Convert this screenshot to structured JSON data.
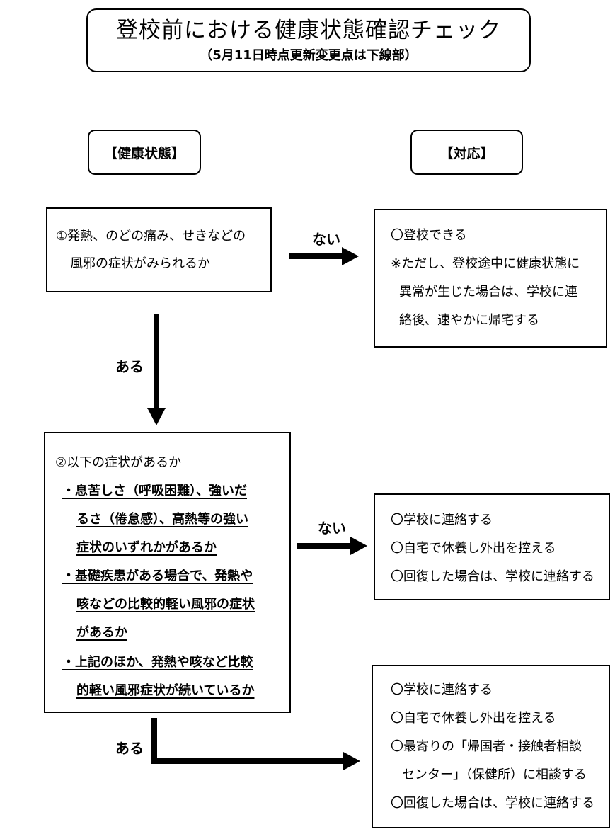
{
  "title": {
    "main": "登校前における健康状態確認チェック",
    "sub": "（5月11日時点更新変更点は下線部）"
  },
  "headers": {
    "health": "【健康状態】",
    "action": "【対応】"
  },
  "q1": {
    "lines": [
      "①発熱、のどの痛み、せきなどの",
      "風邪の症状がみられるか"
    ]
  },
  "ok1": {
    "lines": [
      "〇登校できる",
      "※ただし、登校途中に健康状態に",
      "異常が生じた場合は、学校に連",
      "絡後、速やかに帰宅する"
    ]
  },
  "q2": {
    "heading": "②以下の症状があるか",
    "bullet1": [
      "・息苦しさ（呼吸困難）、強いだ",
      "るさ（倦怠感）、高熱等の強い",
      "症状のいずれかがあるか"
    ],
    "bullet2": [
      "・基礎疾患がある場合で、発熱や",
      "咳などの比較的軽い風邪の症状",
      "があるか"
    ],
    "bullet3": [
      "・上記のほか、発熱や咳など比較",
      "的軽い風邪症状が続いているか"
    ]
  },
  "ok2": {
    "lines": [
      "〇学校に連絡する",
      "〇自宅で休養し外出を控える",
      "〇回復した場合は、学校に連絡する"
    ]
  },
  "ng2": {
    "lines": [
      "〇学校に連絡する",
      "〇自宅で休養し外出を控える",
      "〇最寄りの「帰国者・接触者相談",
      "センター」（保健所）に相談する",
      "〇回復した場合は、学校に連絡する"
    ]
  },
  "labels": {
    "no1": "ない",
    "yes1": "ある",
    "no2": "ない",
    "yes2": "ある"
  }
}
